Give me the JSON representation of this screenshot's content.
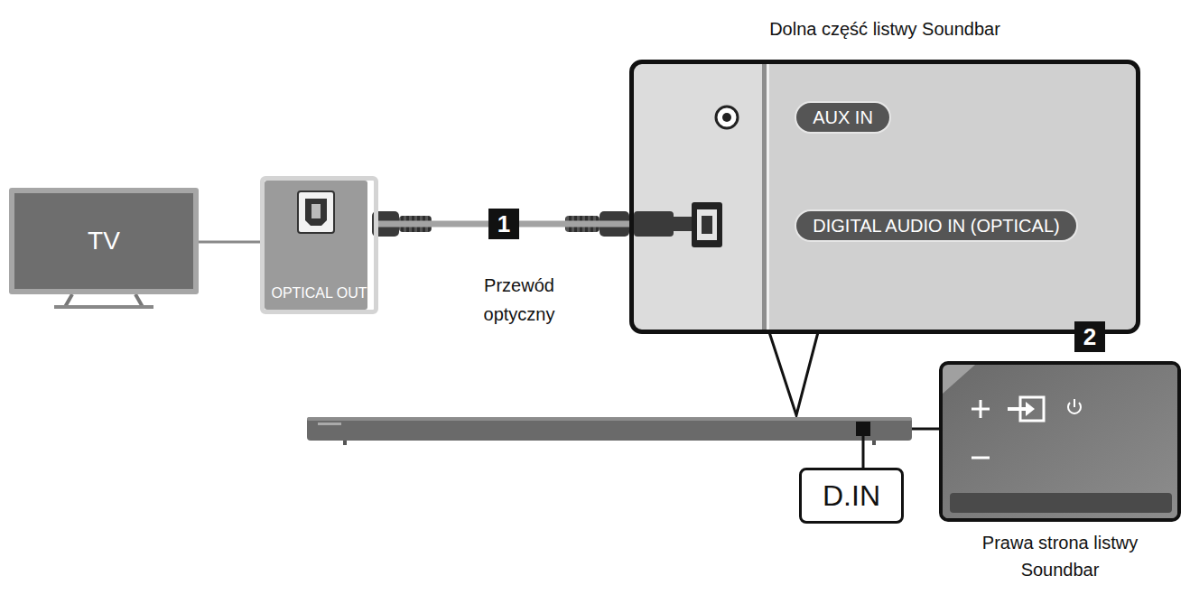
{
  "diagram": {
    "nodes": [
      {
        "text": [
          "TV"
        ]
      },
      {
        "text": [
          "OPTICAL OUT"
        ]
      },
      {
        "text": [
          "Dolna część listwy Soundbar"
        ]
      },
      {
        "text": [
          "AUX IN"
        ],
        "in": 2
      },
      {
        "text": [
          "DIGITAL AUDIO IN (OPTICAL)"
        ],
        "in": 2
      },
      {
        "text": [
          "D.IN"
        ]
      },
      {
        "text": [
          "Prawa strona listwy Soundbar"
        ]
      }
    ],
    "edges": [
      {
        "from": 0,
        "to": 1,
        "arrow": "none"
      },
      {
        "from": 1,
        "to": 2,
        "arrow": "none",
        "label": "1"
      }
    ],
    "labels": [
      "Przewód optyczny",
      "2"
    ]
  }
}
